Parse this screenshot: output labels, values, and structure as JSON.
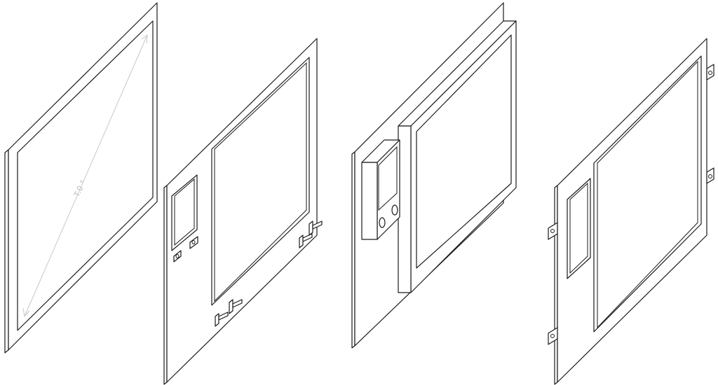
{
  "figure": {
    "background": "#ffffff",
    "line_color": "#1a1a1a",
    "panels": [
      {
        "id": "panel-1",
        "dimension_label": "T.0 °"
      },
      {
        "id": "panel-2"
      },
      {
        "id": "panel-3"
      },
      {
        "id": "panel-4"
      }
    ]
  }
}
